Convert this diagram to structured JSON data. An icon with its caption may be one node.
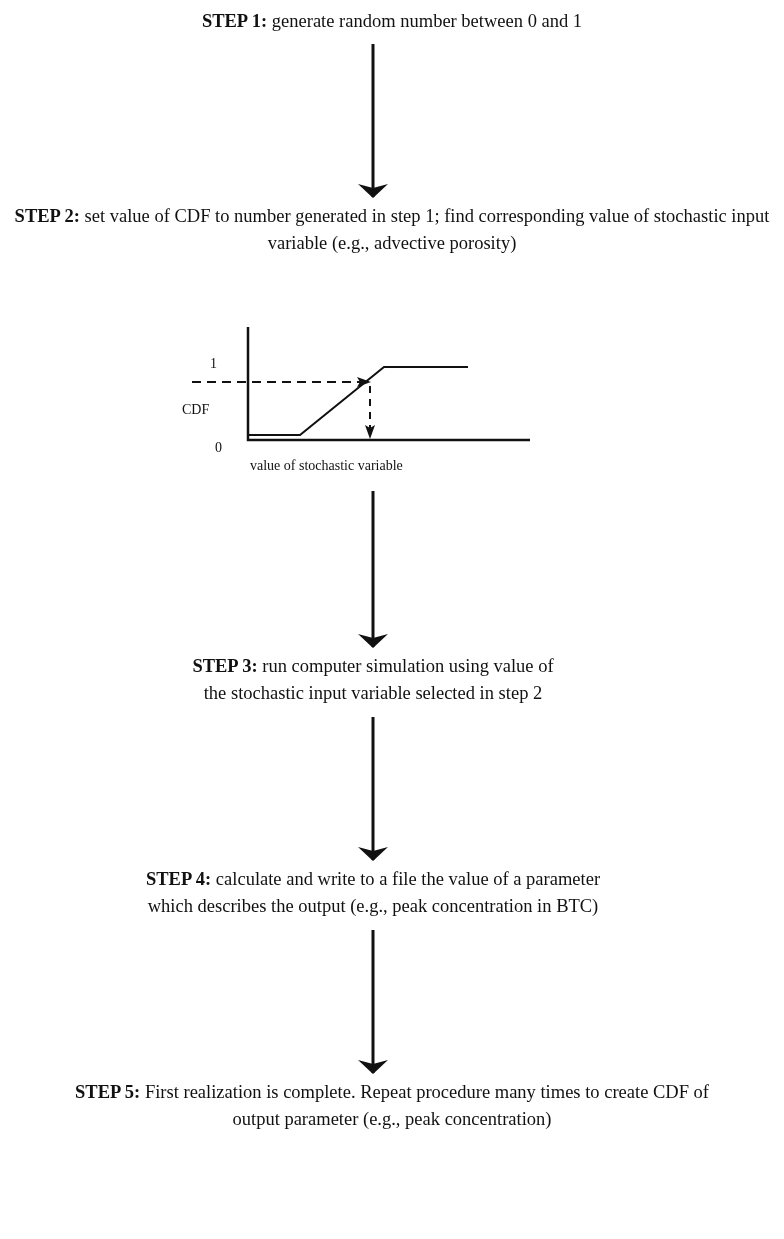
{
  "diagram": {
    "nodes": [
      {
        "text": [
          "**STEP 1:** generate random number between 0 and 1"
        ]
      },
      {
        "text": [
          "**STEP 2:** set value of CDF to number generated in step 1; find corresponding value of stochastic input variable (e.g., advective porosity)"
        ]
      },
      {
        "text": [],
        "shape": "picture"
      },
      {
        "text": [
          "**STEP 3:** run computer simulation using value of the stochastic input variable selected in step 2"
        ]
      },
      {
        "text": [
          "**STEP 4:** calculate and write to a file the value of a parameter which describes the output (e.g., peak concentration in BTC)"
        ]
      },
      {
        "text": [
          "**STEP 5:** First realization is complete.  Repeat procedure many times to create CDF of output parameter (e.g., peak concentration)"
        ]
      }
    ],
    "edges": [
      {
        "from": 0,
        "to": 1,
        "arrow": "to"
      },
      {
        "from": 2,
        "to": 3,
        "arrow": "to"
      },
      {
        "from": 3,
        "to": 4,
        "arrow": "to"
      },
      {
        "from": 4,
        "to": 5,
        "arrow": "to"
      }
    ],
    "labels": [
      "1",
      "CDF",
      "0",
      "value of stochastic variable"
    ]
  }
}
